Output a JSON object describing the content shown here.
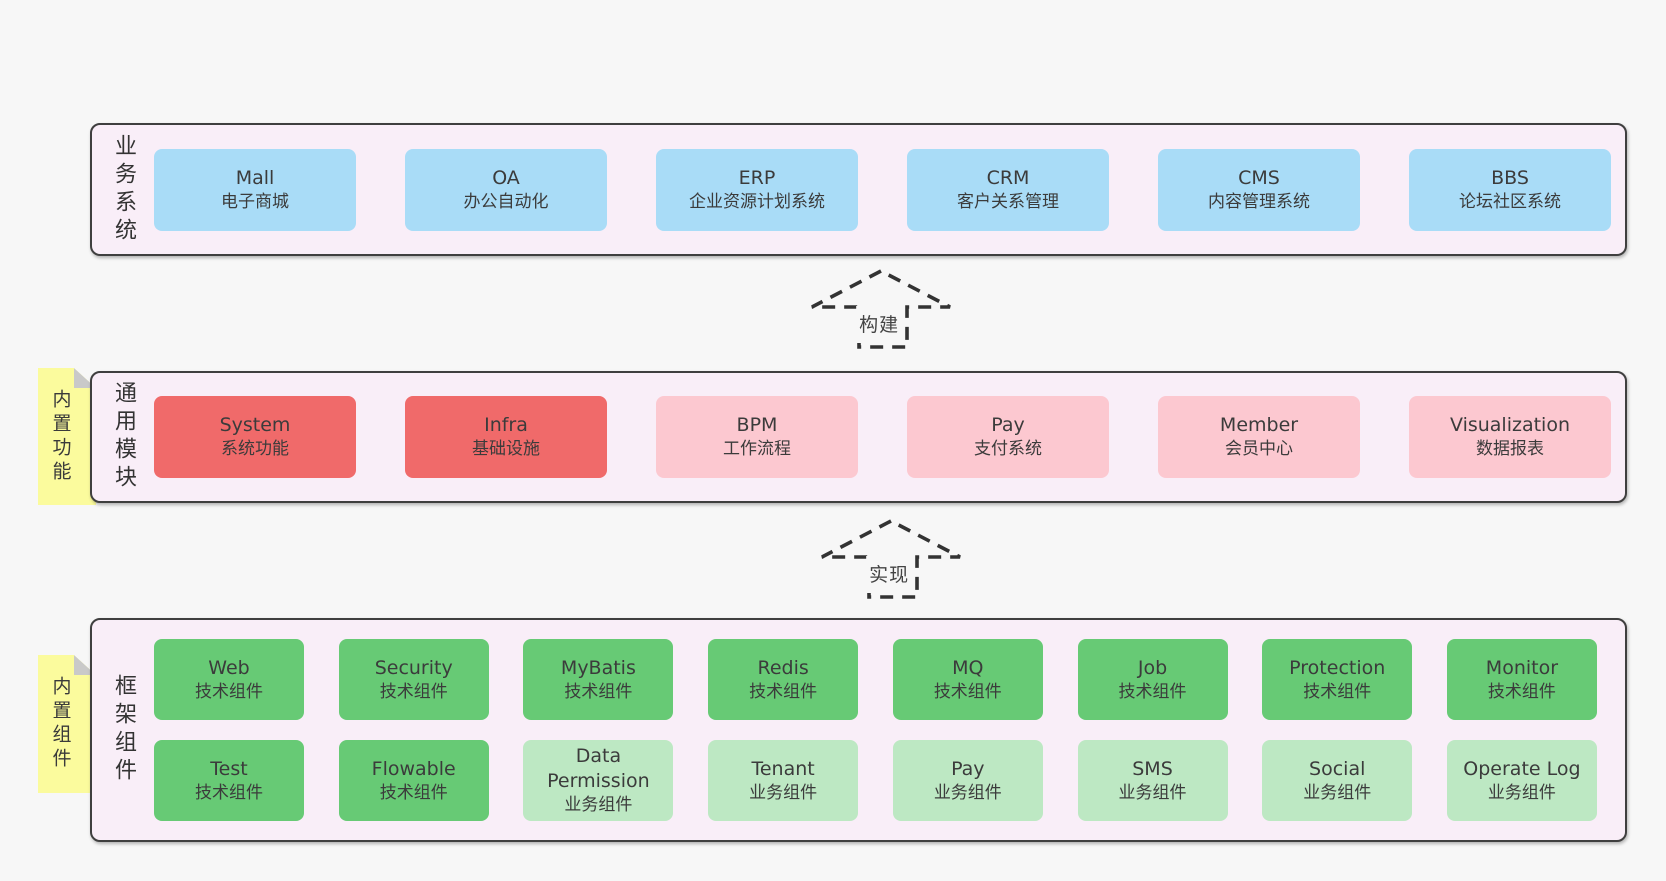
{
  "colors": {
    "page_bg": "#f7f7f7",
    "panel_bg": "#f9eef8",
    "panel_border": "#3f3f3f",
    "blue_box": "#a9dcf7",
    "red_box": "#f06a6a",
    "pink_box": "#fcc8d0",
    "green_box": "#67ca75",
    "light_green_box": "#bde8c3",
    "sticky_yellow": "#fbfb9d",
    "sticky_fold": "#c9c9c9",
    "text": "#3b3b3b"
  },
  "business_layer": {
    "label": "业务系统",
    "boxes": [
      {
        "title": "Mall",
        "subtitle": "电子商城"
      },
      {
        "title": "OA",
        "subtitle": "办公自动化"
      },
      {
        "title": "ERP",
        "subtitle": "企业资源计划系统"
      },
      {
        "title": "CRM",
        "subtitle": "客户关系管理"
      },
      {
        "title": "CMS",
        "subtitle": "内容管理系统"
      },
      {
        "title": "BBS",
        "subtitle": "论坛社区系统"
      }
    ]
  },
  "build_arrow": {
    "label": "构建"
  },
  "module_layer": {
    "label": "通用模块",
    "sticky": "内置功能",
    "boxes": [
      {
        "title": "System",
        "subtitle": "系统功能"
      },
      {
        "title": "Infra",
        "subtitle": "基础设施"
      },
      {
        "title": "BPM",
        "subtitle": "工作流程"
      },
      {
        "title": "Pay",
        "subtitle": "支付系统"
      },
      {
        "title": "Member",
        "subtitle": "会员中心"
      },
      {
        "title": "Visualization",
        "subtitle": "数据报表"
      }
    ]
  },
  "implement_arrow": {
    "label": "实现"
  },
  "component_layer": {
    "label": "框架组件",
    "sticky": "内置组件",
    "row1": [
      {
        "title": "Web",
        "subtitle": "技术组件"
      },
      {
        "title": "Security",
        "subtitle": "技术组件"
      },
      {
        "title": "MyBatis",
        "subtitle": "技术组件"
      },
      {
        "title": "Redis",
        "subtitle": "技术组件"
      },
      {
        "title": "MQ",
        "subtitle": "技术组件"
      },
      {
        "title": "Job",
        "subtitle": "技术组件"
      },
      {
        "title": "Protection",
        "subtitle": "技术组件"
      },
      {
        "title": "Monitor",
        "subtitle": "技术组件"
      }
    ],
    "row2": [
      {
        "title": "Test",
        "subtitle": "技术组件"
      },
      {
        "title": "Flowable",
        "subtitle": "技术组件"
      },
      {
        "title": "Data Permission",
        "subtitle": "业务组件"
      },
      {
        "title": "Tenant",
        "subtitle": "业务组件"
      },
      {
        "title": "Pay",
        "subtitle": "业务组件"
      },
      {
        "title": "SMS",
        "subtitle": "业务组件"
      },
      {
        "title": "Social",
        "subtitle": "业务组件"
      },
      {
        "title": "Operate Log",
        "subtitle": "业务组件"
      }
    ]
  }
}
